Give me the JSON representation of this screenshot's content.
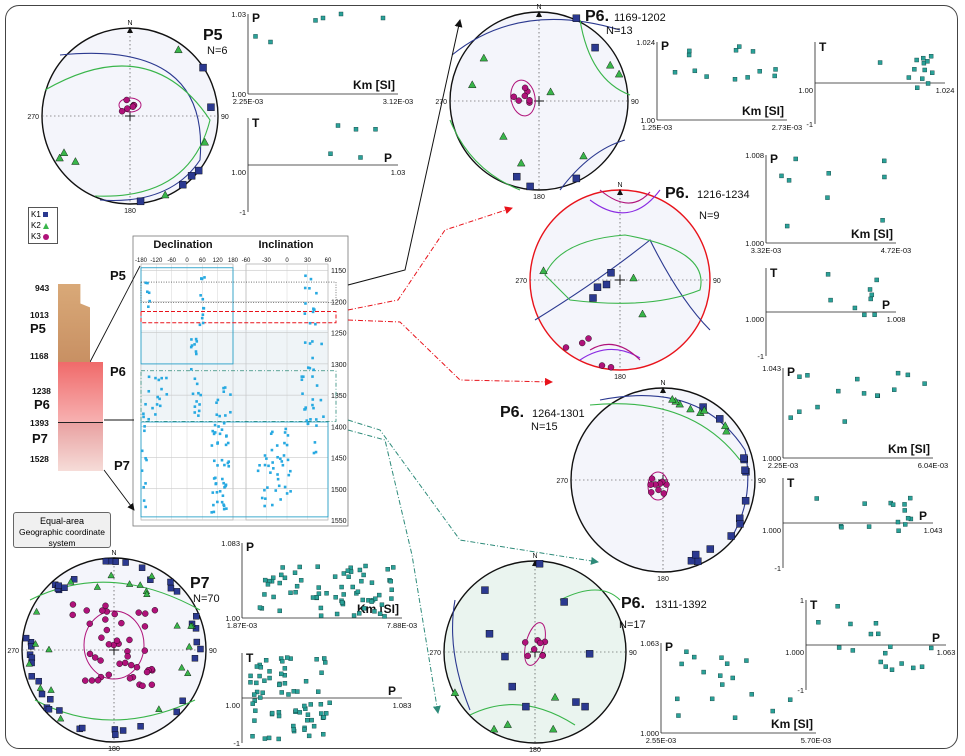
{
  "projection": {
    "label": "Equal-area",
    "coord": "Geographic coordinate system"
  },
  "legend": {
    "k1": "K1",
    "k2": "K2",
    "k3": "K3"
  },
  "log": {
    "declination_title": "Declination",
    "inclination_title": "Inclination",
    "dec_ticks": [
      "-180",
      "-120",
      "-60",
      "0",
      "60",
      "120",
      "180"
    ],
    "inc_ticks": [
      "-60",
      "-30",
      "0",
      "30",
      "60"
    ],
    "depth_ticks": [
      "1150",
      "1200",
      "1250",
      "1300",
      "1350",
      "1400",
      "1450",
      "1500",
      "1550"
    ],
    "zones": [
      "P5",
      "P6",
      "P7"
    ]
  },
  "core": {
    "depths": [
      "943",
      "1013",
      "1168",
      "1238",
      "1393",
      "1528"
    ],
    "units": [
      "P5",
      "P6",
      "P7"
    ]
  },
  "stereonet": {
    "north": "N",
    "east": "90",
    "south": "180",
    "west": "270"
  },
  "sites": {
    "p5": {
      "name": "P5",
      "range": "",
      "n": "N=6"
    },
    "p6a": {
      "name": "P6.",
      "range": "1169-1202",
      "n": "N=13"
    },
    "p6b": {
      "name": "P6.",
      "range": "1216-1234",
      "n": "N=9"
    },
    "p6c": {
      "name": "P6.",
      "range": "1264-1301",
      "n": "N=15"
    },
    "p6d": {
      "name": "P6.",
      "range": "1311-1392",
      "n": "N=17"
    },
    "p7": {
      "name": "P7",
      "range": "",
      "n": "N=70"
    }
  },
  "plots": {
    "p5_kmp": {
      "y_top": "1.03",
      "y_bot": "1.00",
      "x_left": "2.25E-03",
      "x_right": "3.12E-03",
      "ylabel": "P",
      "xlabel": "Km [SI]"
    },
    "p5_pt": {
      "y_top": "",
      "y_mid": "1.00",
      "y_bot": "-1",
      "x_right": "1.03",
      "ylabel": "T",
      "xlabel": "P"
    },
    "p6a_kmp": {
      "y_top": "1.024",
      "y_bot": "1.00",
      "x_left": "1.25E-03",
      "x_right": "2.73E-03",
      "ylabel": "P",
      "xlabel": "Km [SI]"
    },
    "p6a_pt": {
      "y_top": "",
      "y_mid": "1.00",
      "y_bot": "-1",
      "x_right": "1.024",
      "ylabel": "T",
      "xlabel": ""
    },
    "p6b_kmp": {
      "y_top": "1.008",
      "y_bot": "1.000",
      "x_left": "3.32E-03",
      "x_right": "4.72E-03",
      "ylabel": "P",
      "xlabel": "Km [SI]"
    },
    "p6b_pt": {
      "y_top": "",
      "y_mid": "1.000",
      "y_bot": "-1",
      "x_right": "1.008",
      "ylabel": "T",
      "xlabel": "P"
    },
    "p6c_kmp": {
      "y_top": "1.043",
      "y_bot": "1.000",
      "x_left": "2.25E-03",
      "x_right": "6.04E-03",
      "ylabel": "P",
      "xlabel": "Km [SI]"
    },
    "p6c_pt": {
      "y_top": "",
      "y_mid": "1.000",
      "y_bot": "-1",
      "x_right": "1.043",
      "ylabel": "T",
      "xlabel": "P"
    },
    "p6d_pt": {
      "y_top": "1",
      "y_mid": "1.000",
      "y_bot": "-1",
      "x_right": "1.063",
      "ylabel": "T",
      "xlabel": "P"
    },
    "p6d_kmp": {
      "y_top": "1.063",
      "y_bot": "1.000",
      "x_left": "2.55E-03",
      "x_right": "5.70E-03",
      "ylabel": "P",
      "xlabel": "Km [SI]"
    },
    "p7_kmp": {
      "y_top": "1.083",
      "y_bot": "1.00",
      "x_left": "1.87E-03",
      "x_right": "7.88E-03",
      "ylabel": "P",
      "xlabel": "Km [SI]"
    },
    "p7_pt": {
      "y_top": "",
      "y_mid": "1.00",
      "y_bot": "-1",
      "x_right": "1.083",
      "ylabel": "T",
      "xlabel": "P"
    }
  },
  "colors": {
    "k1": "#2b3990",
    "k2": "#39b54a",
    "k3": "#b0127a",
    "scatter": "#2aa198",
    "log_point": "#27a9e1",
    "red_arrow": "#e8131b",
    "teal_arrow": "#2e8b7a"
  }
}
